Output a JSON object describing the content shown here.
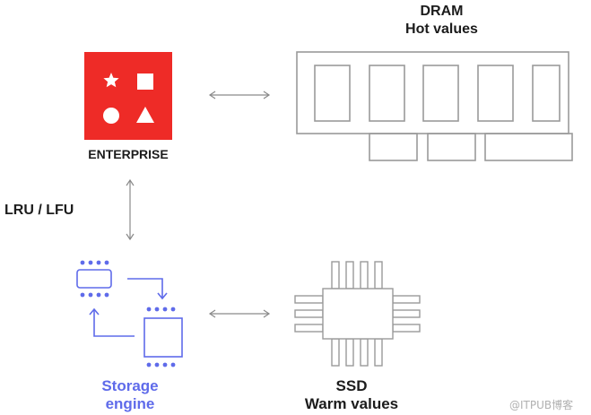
{
  "labels": {
    "dram_line1": "DRAM",
    "dram_line2": "Hot values",
    "enterprise": "ENTERPRISE",
    "policy": "LRU / LFU",
    "storage_line1": "Storage",
    "storage_line2": "engine",
    "ssd_line1": "SSD",
    "ssd_line2": "Warm values"
  },
  "watermark": "@ITPUB博客",
  "colors": {
    "enterprise_red": "#ee2b27",
    "storage_blue": "#5f6bea",
    "outline_gray": "#9a9a9a",
    "text_dark": "#1c1c1c"
  },
  "icons": {
    "enterprise_logo": [
      "star-icon",
      "square-icon",
      "circle-icon",
      "triangle-icon"
    ],
    "dram": "dram-memory-module-icon",
    "ssd": "ssd-chip-icon",
    "storage": "storage-engine-icon"
  }
}
